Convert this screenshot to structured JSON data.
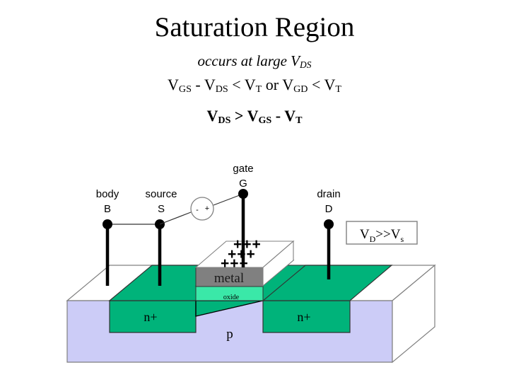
{
  "slide": {
    "title": "Saturation Region",
    "subtitle": "occurs at large VDS",
    "subtitle_parts": {
      "text": "occurs at large V",
      "sub": "DS"
    },
    "equation_1": "VGS - VDS < VT or VGD < VT",
    "equation_1_parts": [
      {
        "base": "V",
        "sub": "GS"
      },
      {
        "op": "-"
      },
      {
        "base": "V",
        "sub": "DS"
      },
      {
        "op": "<"
      },
      {
        "base": "V",
        "sub": "T"
      },
      {
        "op": "or"
      },
      {
        "base": "V",
        "sub": "GD"
      },
      {
        "op": "<"
      },
      {
        "base": "V",
        "sub": "T"
      }
    ],
    "equation_2": "VDS > VGS - VT",
    "equation_2_parts": [
      {
        "base": "V",
        "sub": "DS"
      },
      {
        "op": ">"
      },
      {
        "base": "V",
        "sub": "GS"
      },
      {
        "op": "-"
      },
      {
        "base": "V",
        "sub": "T"
      }
    ]
  },
  "diagram": {
    "terminals": [
      {
        "id": "body",
        "name": "body",
        "symbol": "B"
      },
      {
        "id": "source",
        "name": "source",
        "symbol": "S"
      },
      {
        "id": "gate",
        "name": "gate",
        "symbol": "G"
      },
      {
        "id": "drain",
        "name": "drain",
        "symbol": "D"
      }
    ],
    "voltage_source": {
      "minus": "-",
      "plus": "+"
    },
    "condition_box": {
      "text": "VD>>Vs",
      "base1": "V",
      "sub1": "D",
      "op": ">>",
      "base2": "V",
      "sub2": "s"
    },
    "layers": {
      "metal": "metal",
      "oxide": "oxide",
      "substrate": "p",
      "source_region": "n+",
      "drain_region": "n+"
    },
    "charges": [
      "+++",
      "+++",
      "+++"
    ]
  },
  "colors": {
    "substrate_fill": "#ccccf7",
    "substrate_side": "#ccccf7",
    "ndiff_fill": "#00b37a",
    "oxide_fill": "#3ae8a8",
    "metal_fill": "#808080",
    "metal_top": "#ffffff",
    "outline": "#808080",
    "dark_outline": "#333333",
    "wire": "#808080",
    "rod": "#000000",
    "text": "#000000"
  }
}
